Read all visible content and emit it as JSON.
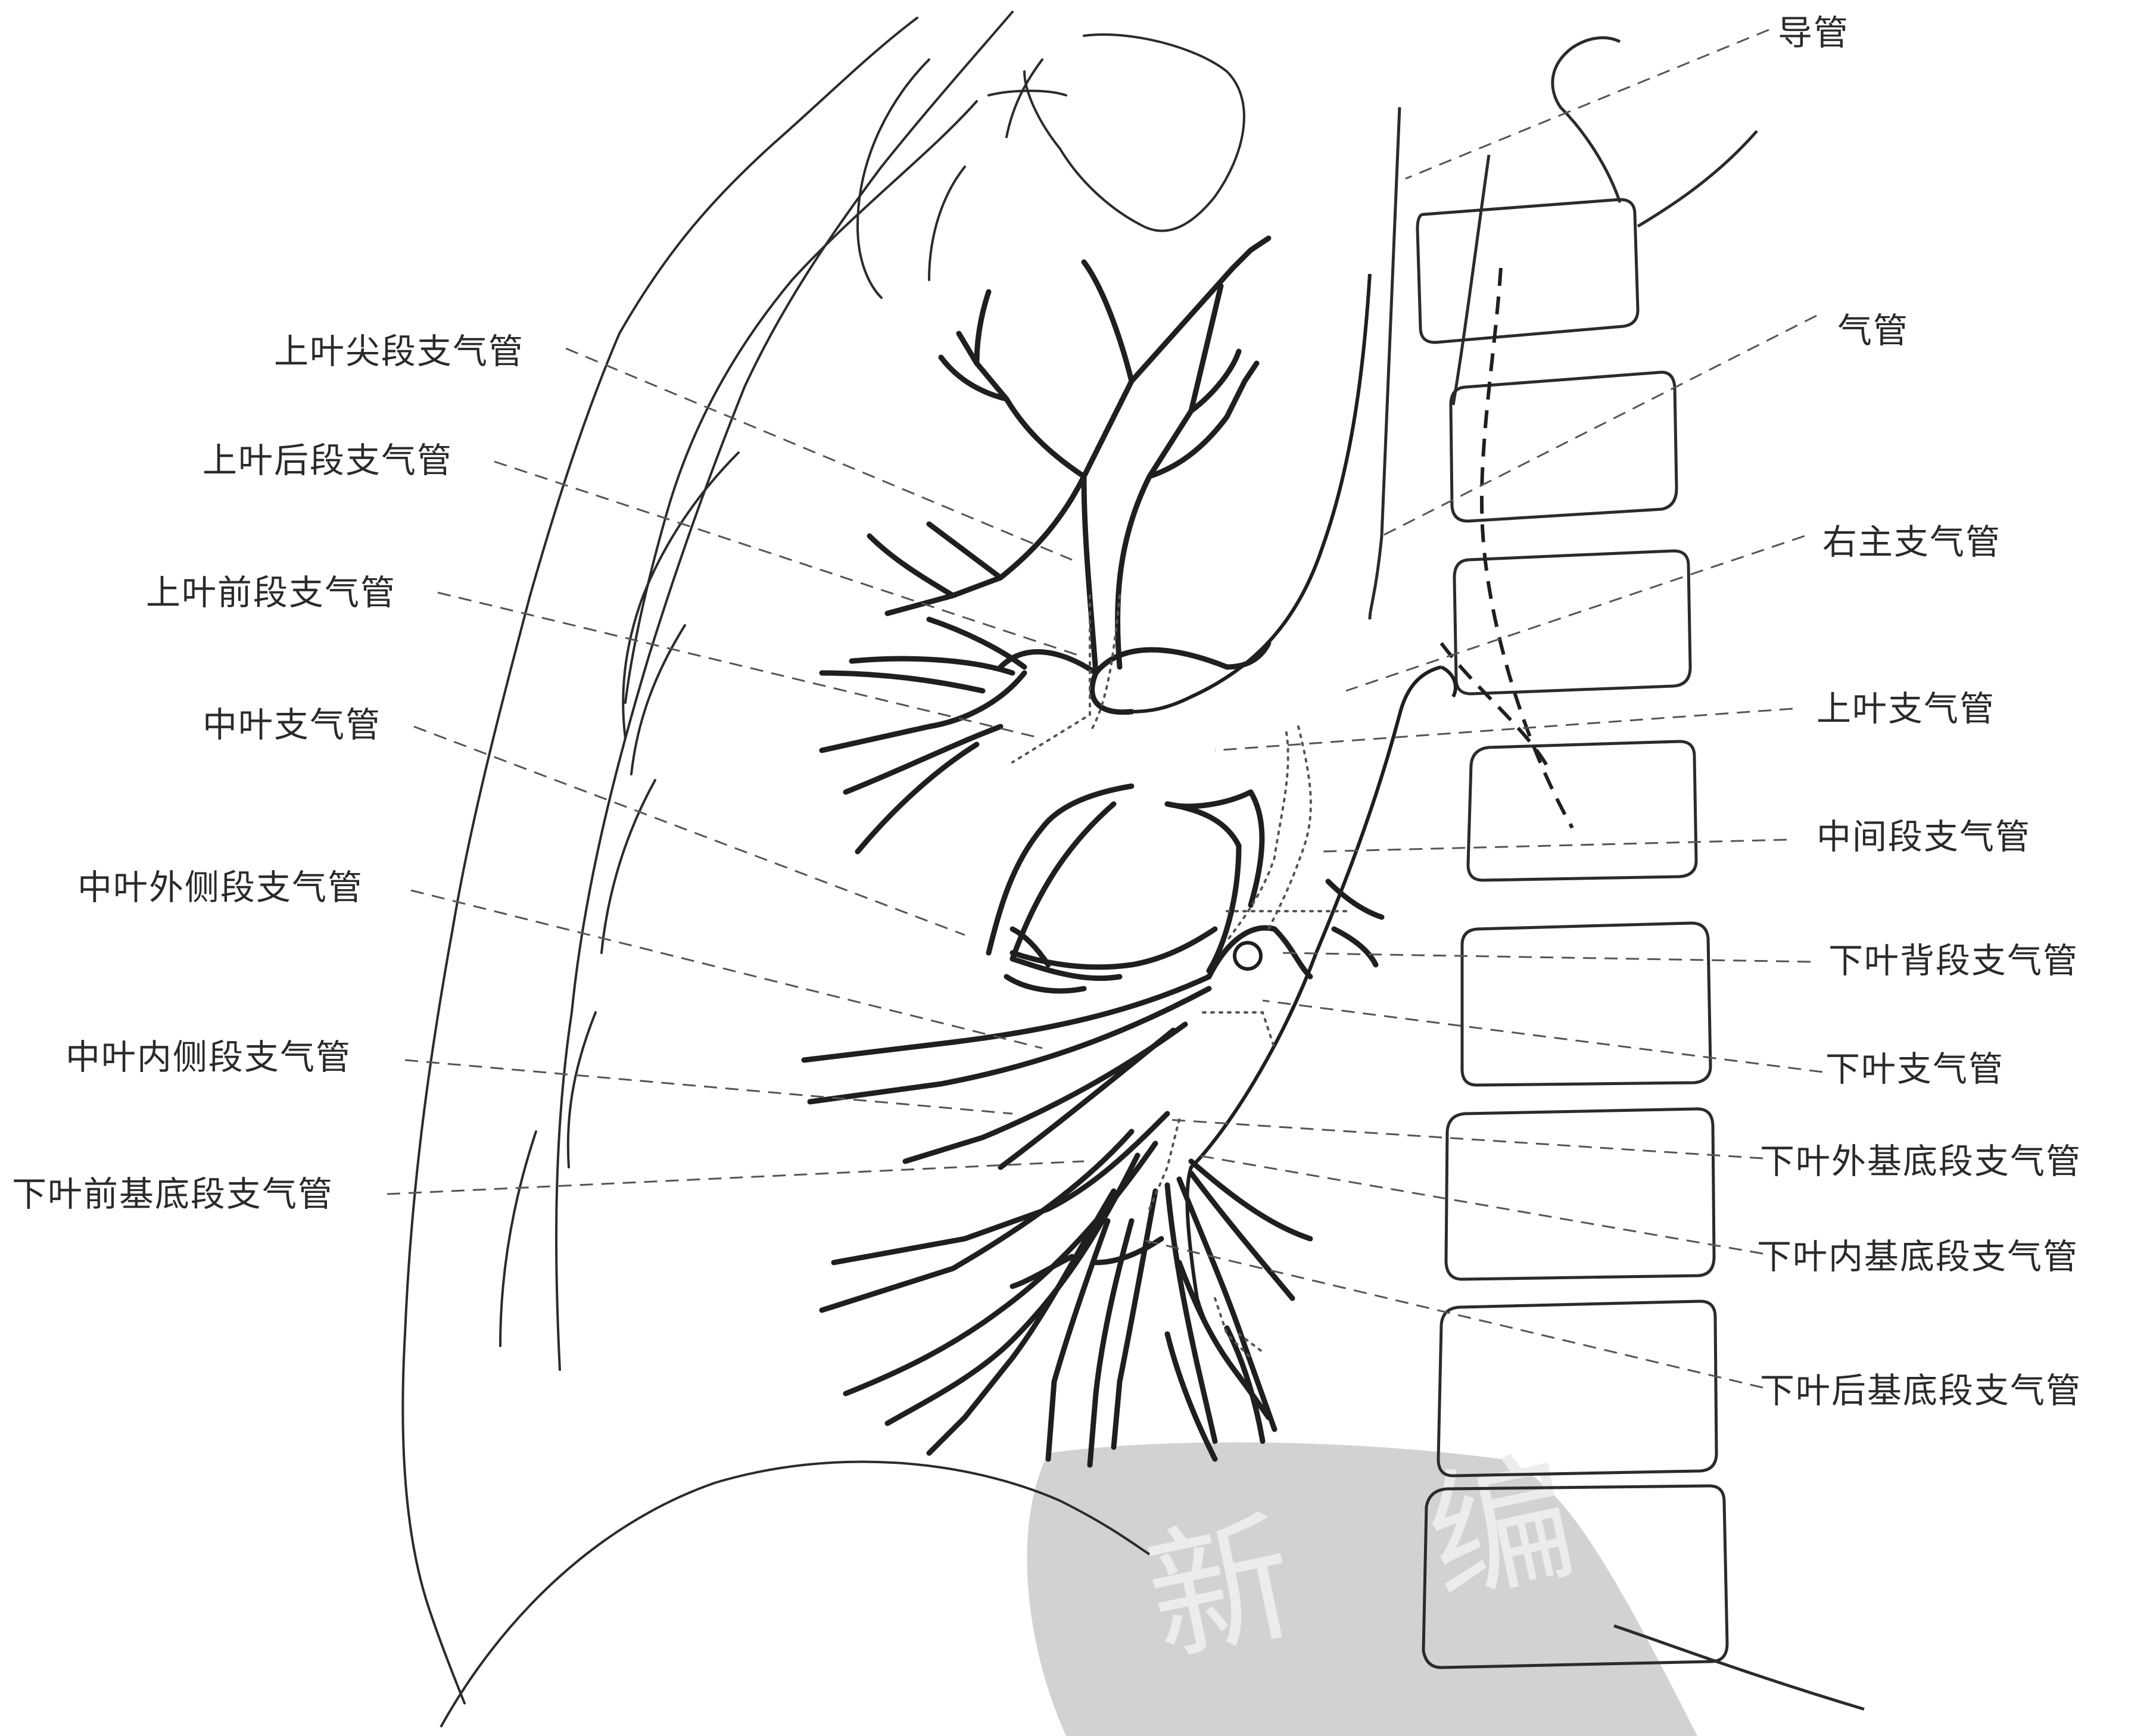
{
  "figure": {
    "colors": {
      "ink": "#2b2b2b",
      "bronchus": "#1f1f1f",
      "leader": "#555555",
      "stamp": "#d0d0d0"
    },
    "stamp_text": "新编",
    "labels_left": [
      {
        "id": "upper-apical",
        "text": "上叶尖段支气管"
      },
      {
        "id": "upper-posterior",
        "text": "上叶后段支气管"
      },
      {
        "id": "upper-anterior",
        "text": "上叶前段支气管"
      },
      {
        "id": "middle-lobe",
        "text": "中叶支气管"
      },
      {
        "id": "middle-lateral",
        "text": "中叶外侧段支气管"
      },
      {
        "id": "middle-medial",
        "text": "中叶内侧段支气管"
      },
      {
        "id": "lower-anterior-basal",
        "text": "下叶前基底段支气管"
      }
    ],
    "labels_right": [
      {
        "id": "catheter",
        "text": "导管"
      },
      {
        "id": "trachea",
        "text": "气管"
      },
      {
        "id": "right-main",
        "text": "右主支气管"
      },
      {
        "id": "upper-lobe",
        "text": "上叶支气管"
      },
      {
        "id": "intermediate",
        "text": "中间段支气管"
      },
      {
        "id": "lower-superior",
        "text": "下叶背段支气管"
      },
      {
        "id": "lower-lobe",
        "text": "下叶支气管"
      },
      {
        "id": "lower-lateral-basal",
        "text": "下叶外基底段支气管"
      },
      {
        "id": "lower-medial-basal",
        "text": "下叶内基底段支气管"
      },
      {
        "id": "lower-posterior-basal",
        "text": "下叶后基底段支气管"
      }
    ]
  }
}
